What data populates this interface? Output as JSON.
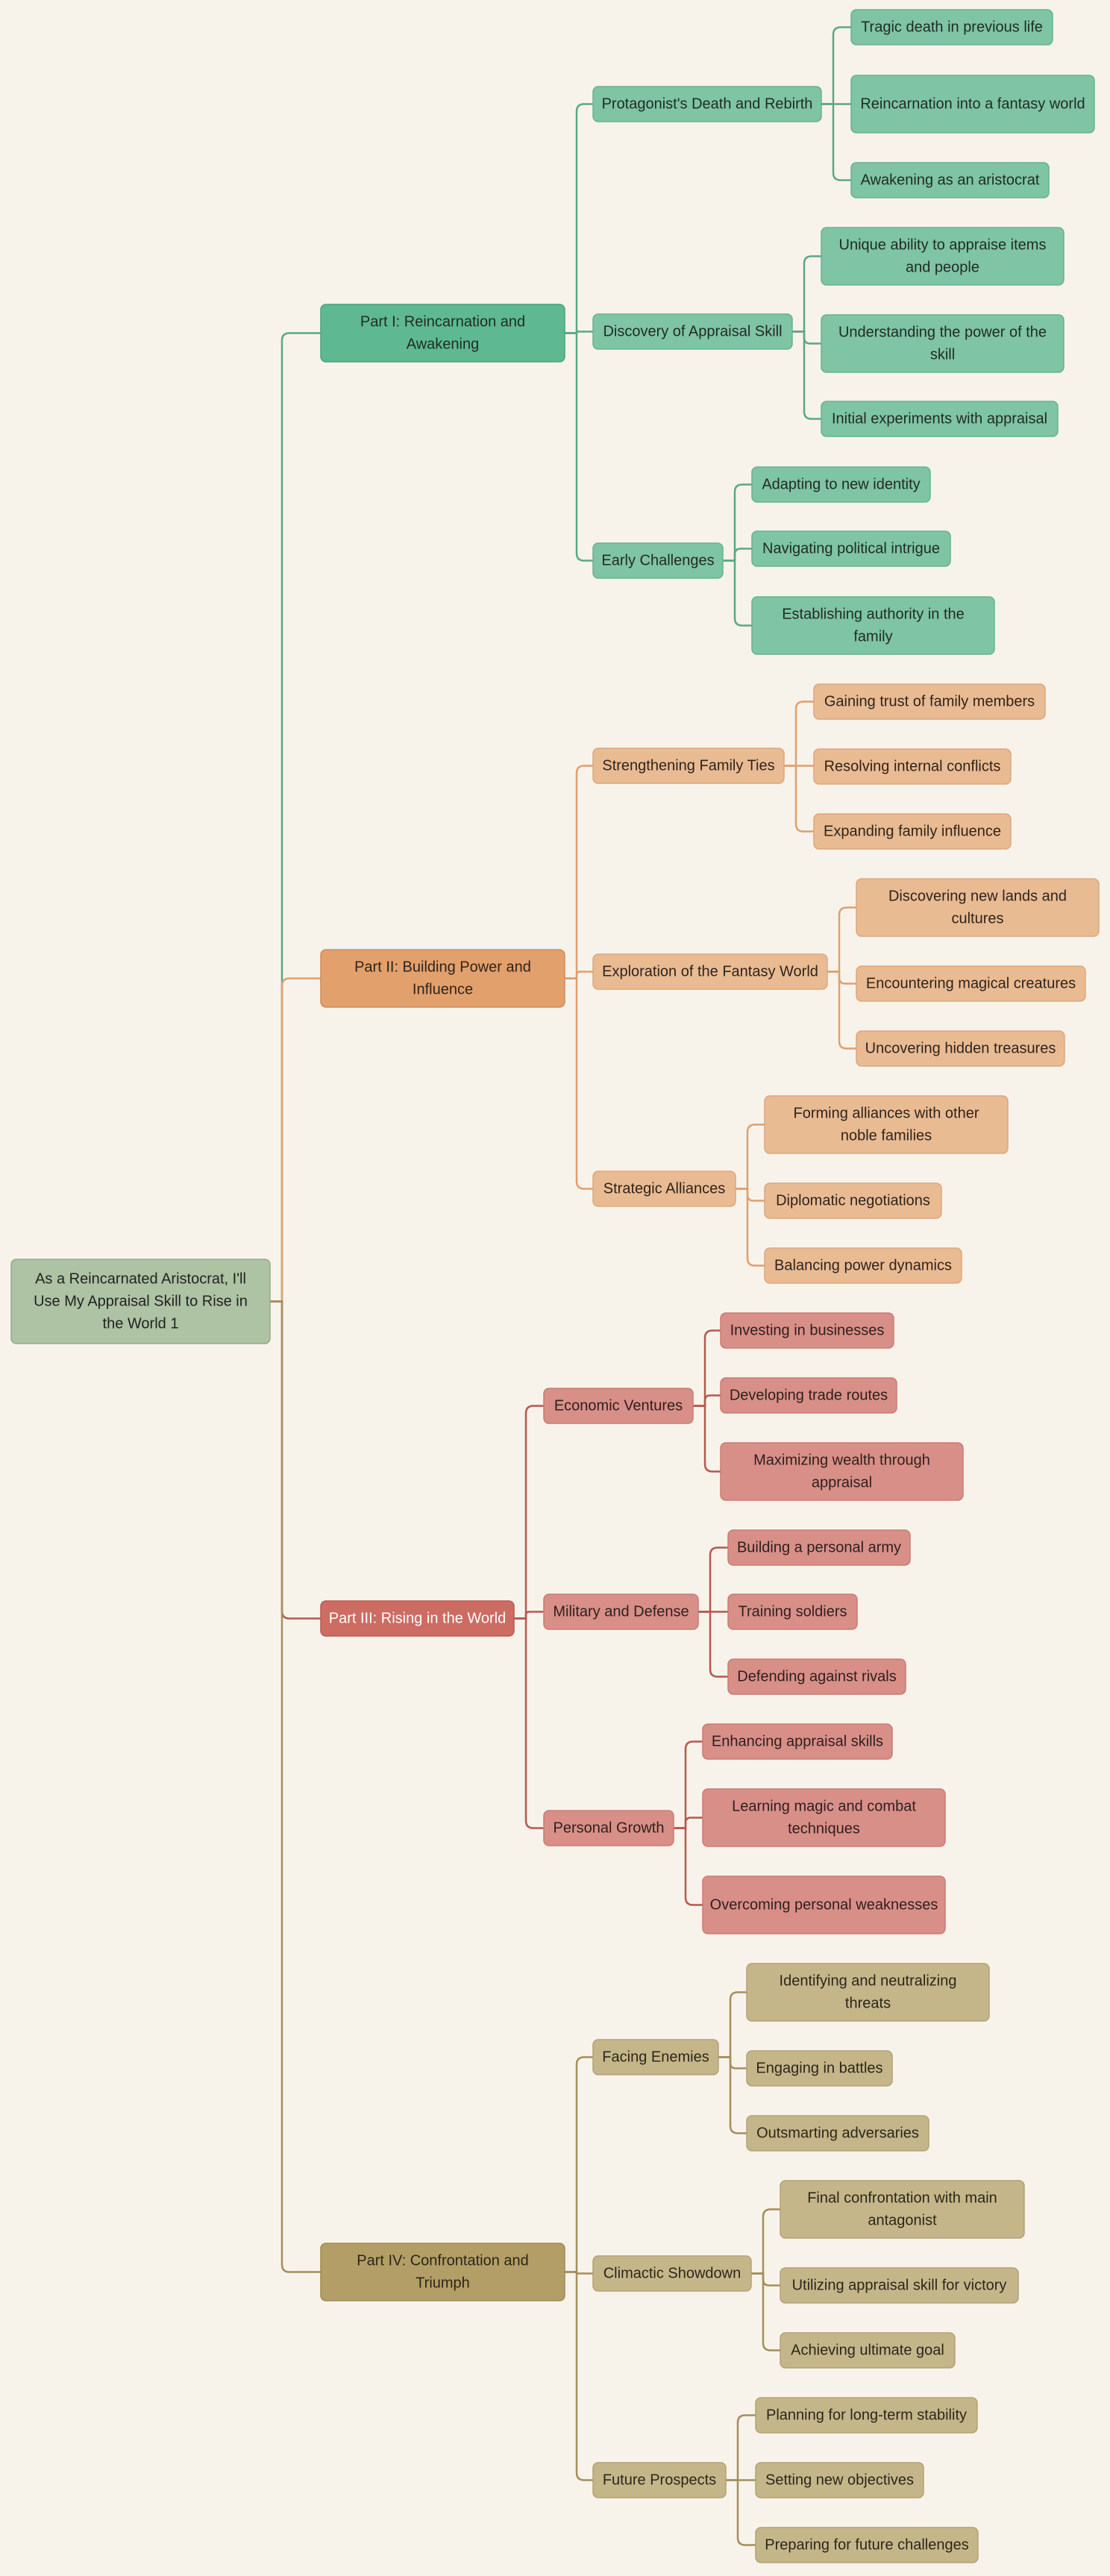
{
  "root": {
    "label": [
      "As a Reincarnated Aristocrat, I'll",
      "Use My Appraisal Skill to Rise in",
      "the World 1"
    ],
    "fill": "#adc3a3",
    "stroke": "#93ac89",
    "text_color": "#222222"
  },
  "parts": [
    {
      "label": [
        "Part I: Reincarnation and",
        "Awakening"
      ],
      "colors": {
        "part_fill": "#5eb891",
        "part_stroke": "#4aa37d",
        "child_fill": "#7fc4a4",
        "child_stroke": "#67b38f",
        "line": "#5aa887",
        "text": "#1f2b25"
      },
      "sections": [
        {
          "label": [
            "Protagonist's Death and Rebirth"
          ],
          "items": [
            [
              "Tragic death in previous life"
            ],
            [
              "Reincarnation into a fantasy world"
            ],
            [
              "Awakening as an aristocrat"
            ]
          ]
        },
        {
          "label": [
            "Discovery of Appraisal Skill"
          ],
          "items": [
            [
              "Unique ability to appraise items",
              "and people"
            ],
            [
              "Understanding the power of the",
              "skill"
            ],
            [
              "Initial experiments with appraisal"
            ]
          ]
        },
        {
          "label": [
            "Early Challenges"
          ],
          "items": [
            [
              "Adapting to new identity"
            ],
            [
              "Navigating political intrigue"
            ],
            [
              "Establishing authority in the",
              "family"
            ]
          ]
        }
      ]
    },
    {
      "label": [
        "Part II: Building Power and",
        "Influence"
      ],
      "colors": {
        "part_fill": "#e2a06d",
        "part_stroke": "#cf8c58",
        "child_fill": "#e9bb93",
        "child_stroke": "#dba77e",
        "line": "#dea06f",
        "text": "#2e241b"
      },
      "sections": [
        {
          "label": [
            "Strengthening Family Ties"
          ],
          "items": [
            [
              "Gaining trust of family members"
            ],
            [
              "Resolving internal conflicts"
            ],
            [
              "Expanding family influence"
            ]
          ]
        },
        {
          "label": [
            "Exploration of the Fantasy World"
          ],
          "items": [
            [
              "Discovering new lands and",
              "cultures"
            ],
            [
              "Encountering magical creatures"
            ],
            [
              "Uncovering hidden treasures"
            ]
          ]
        },
        {
          "label": [
            "Strategic Alliances"
          ],
          "items": [
            [
              "Forming alliances with other",
              "noble families"
            ],
            [
              "Diplomatic negotiations"
            ],
            [
              "Balancing power dynamics"
            ]
          ]
        }
      ]
    },
    {
      "label": [
        "Part III: Rising in the World"
      ],
      "colors": {
        "part_fill": "#cc6c62",
        "part_stroke": "#b85a51",
        "child_fill": "#d88f88",
        "child_stroke": "#c97b74",
        "line": "#b5584f",
        "text": "#2e1f1d",
        "part_text": "#ffffff"
      },
      "sections": [
        {
          "label": [
            "Economic Ventures"
          ],
          "items": [
            [
              "Investing in businesses"
            ],
            [
              "Developing trade routes"
            ],
            [
              "Maximizing wealth through",
              "appraisal"
            ]
          ]
        },
        {
          "label": [
            "Military and Defense"
          ],
          "items": [
            [
              "Building a personal army"
            ],
            [
              "Training soldiers"
            ],
            [
              "Defending against rivals"
            ]
          ]
        },
        {
          "label": [
            "Personal Growth"
          ],
          "items": [
            [
              "Enhancing appraisal skills"
            ],
            [
              "Learning magic and combat",
              "techniques"
            ],
            [
              "Overcoming personal weaknesses"
            ]
          ]
        }
      ]
    },
    {
      "label": [
        "Part IV: Confrontation and",
        "Triumph"
      ],
      "colors": {
        "part_fill": "#b39e67",
        "part_stroke": "#9f8a54",
        "child_fill": "#c5b68a",
        "child_stroke": "#b2a275",
        "line": "#a38f5c",
        "text": "#2b2619"
      },
      "sections": [
        {
          "label": [
            "Facing Enemies"
          ],
          "items": [
            [
              "Identifying and neutralizing",
              "threats"
            ],
            [
              "Engaging in battles"
            ],
            [
              "Outsmarting adversaries"
            ]
          ]
        },
        {
          "label": [
            "Climactic Showdown"
          ],
          "items": [
            [
              "Final confrontation with main",
              "antagonist"
            ],
            [
              "Utilizing appraisal skill for victory"
            ],
            [
              "Achieving ultimate goal"
            ]
          ]
        },
        {
          "label": [
            "Future Prospects"
          ],
          "items": [
            [
              "Planning for long-term stability"
            ],
            [
              "Setting new objectives"
            ],
            [
              "Preparing for future challenges"
            ]
          ]
        }
      ]
    }
  ]
}
